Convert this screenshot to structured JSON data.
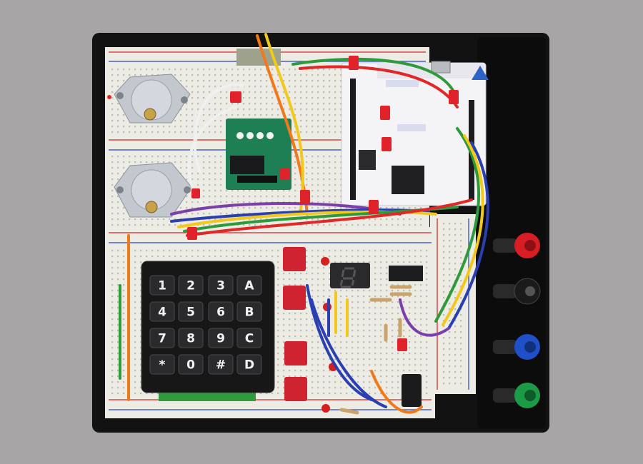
{
  "keypad": {
    "keys": [
      "1",
      "2",
      "3",
      "A",
      "4",
      "5",
      "6",
      "B",
      "7",
      "8",
      "9",
      "C",
      "*",
      "0",
      "#",
      "D"
    ]
  },
  "colors": {
    "background": "#a7a5a6",
    "base_plate": "#101011",
    "breadboard": "#ecebe4",
    "wire_red": "#e02828",
    "wire_orange": "#f07a1a",
    "wire_yellow": "#f2c81c",
    "wire_green": "#2f9a3c",
    "wire_blue": "#2a3fb0",
    "wire_purple": "#7a3fa8",
    "binding_post_red": "#d81e24",
    "binding_post_blue": "#1f4fc9",
    "binding_post_green": "#1d9a46",
    "binding_post_black": "#1b1b1b"
  }
}
